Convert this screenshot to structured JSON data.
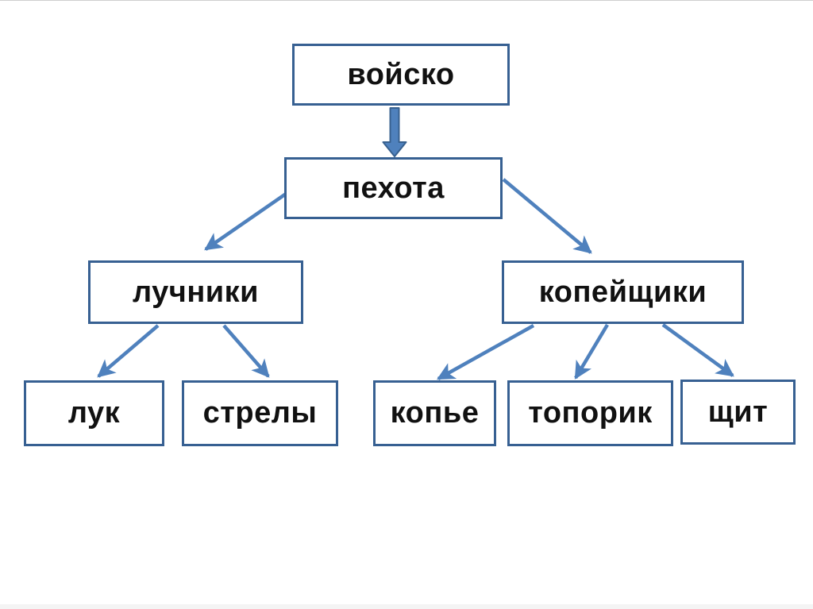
{
  "diagram": {
    "nodes": {
      "army": {
        "label": "войско"
      },
      "infantry": {
        "label": "пехота"
      },
      "archers": {
        "label": "лучники"
      },
      "spearmen": {
        "label": "копейщики"
      },
      "bow": {
        "label": "лук"
      },
      "arrows": {
        "label": "стрелы"
      },
      "spear": {
        "label": "копье"
      },
      "hatchet": {
        "label": "топорик"
      },
      "shield": {
        "label": "щит"
      }
    },
    "edges": [
      {
        "from": "army",
        "to": "infantry"
      },
      {
        "from": "infantry",
        "to": "archers"
      },
      {
        "from": "infantry",
        "to": "spearmen"
      },
      {
        "from": "archers",
        "to": "bow"
      },
      {
        "from": "archers",
        "to": "arrows"
      },
      {
        "from": "spearmen",
        "to": "spear"
      },
      {
        "from": "spearmen",
        "to": "hatchet"
      },
      {
        "from": "spearmen",
        "to": "shield"
      }
    ],
    "colors": {
      "box_border": "#376092",
      "box_fill": "#ffffff",
      "text": "#111111",
      "arrow": "#4f81bd",
      "arrow_dark": "#38618f"
    }
  }
}
